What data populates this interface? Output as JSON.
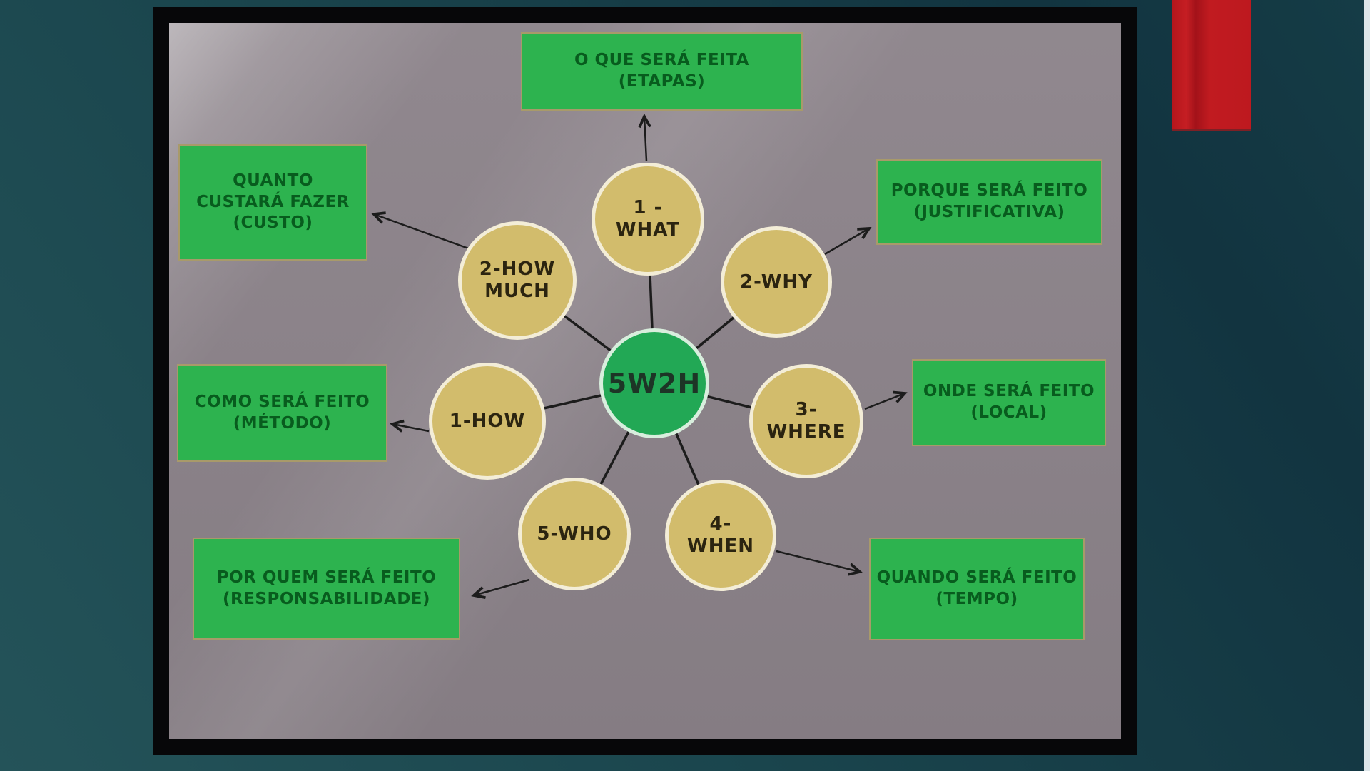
{
  "slide": {
    "center": {
      "label": "5W2H"
    },
    "nodes": [
      {
        "id": "what",
        "circle_line1": "1 -",
        "circle_line2": "WHAT",
        "box_line1": "O QUE SERÁ FEITA",
        "box_line2": "(ETAPAS)",
        "box_line3": ""
      },
      {
        "id": "why",
        "circle_line1": "2-WHY",
        "circle_line2": "",
        "box_line1": "PORQUE SERÁ FEITO",
        "box_line2": "(JUSTIFICATIVA)",
        "box_line3": ""
      },
      {
        "id": "where",
        "circle_line1": "3-",
        "circle_line2": "WHERE",
        "box_line1": "ONDE SERÁ FEITO",
        "box_line2": "(LOCAL)",
        "box_line3": ""
      },
      {
        "id": "when",
        "circle_line1": "4-",
        "circle_line2": "WHEN",
        "box_line1": "QUANDO SERÁ FEITO",
        "box_line2": "(TEMPO)",
        "box_line3": ""
      },
      {
        "id": "who",
        "circle_line1": "5-WHO",
        "circle_line2": "",
        "box_line1": "POR QUEM SERÁ FEITO",
        "box_line2": "(RESPONSABILIDADE)",
        "box_line3": ""
      },
      {
        "id": "how",
        "circle_line1": "1-HOW",
        "circle_line2": "",
        "box_line1": "COMO SERÁ FEITO",
        "box_line2": "(MÉTODO)",
        "box_line3": ""
      },
      {
        "id": "how-much",
        "circle_line1": "2-HOW",
        "circle_line2": "MUCH",
        "box_line1": "QUANTO",
        "box_line2": "CUSTARÁ FAZER",
        "box_line3": "(CUSTO)"
      }
    ],
    "colors": {
      "box_green": "#2db34f",
      "box_text_green": "#085c1e",
      "circle_tan": "#d2bc6c",
      "circle_border_cream": "#f3edd7",
      "center_green": "#22a855",
      "panel_gray": "#8c838a",
      "frame_black": "#070709",
      "background_teal": "#123440",
      "red_tab": "#c01a20"
    }
  }
}
